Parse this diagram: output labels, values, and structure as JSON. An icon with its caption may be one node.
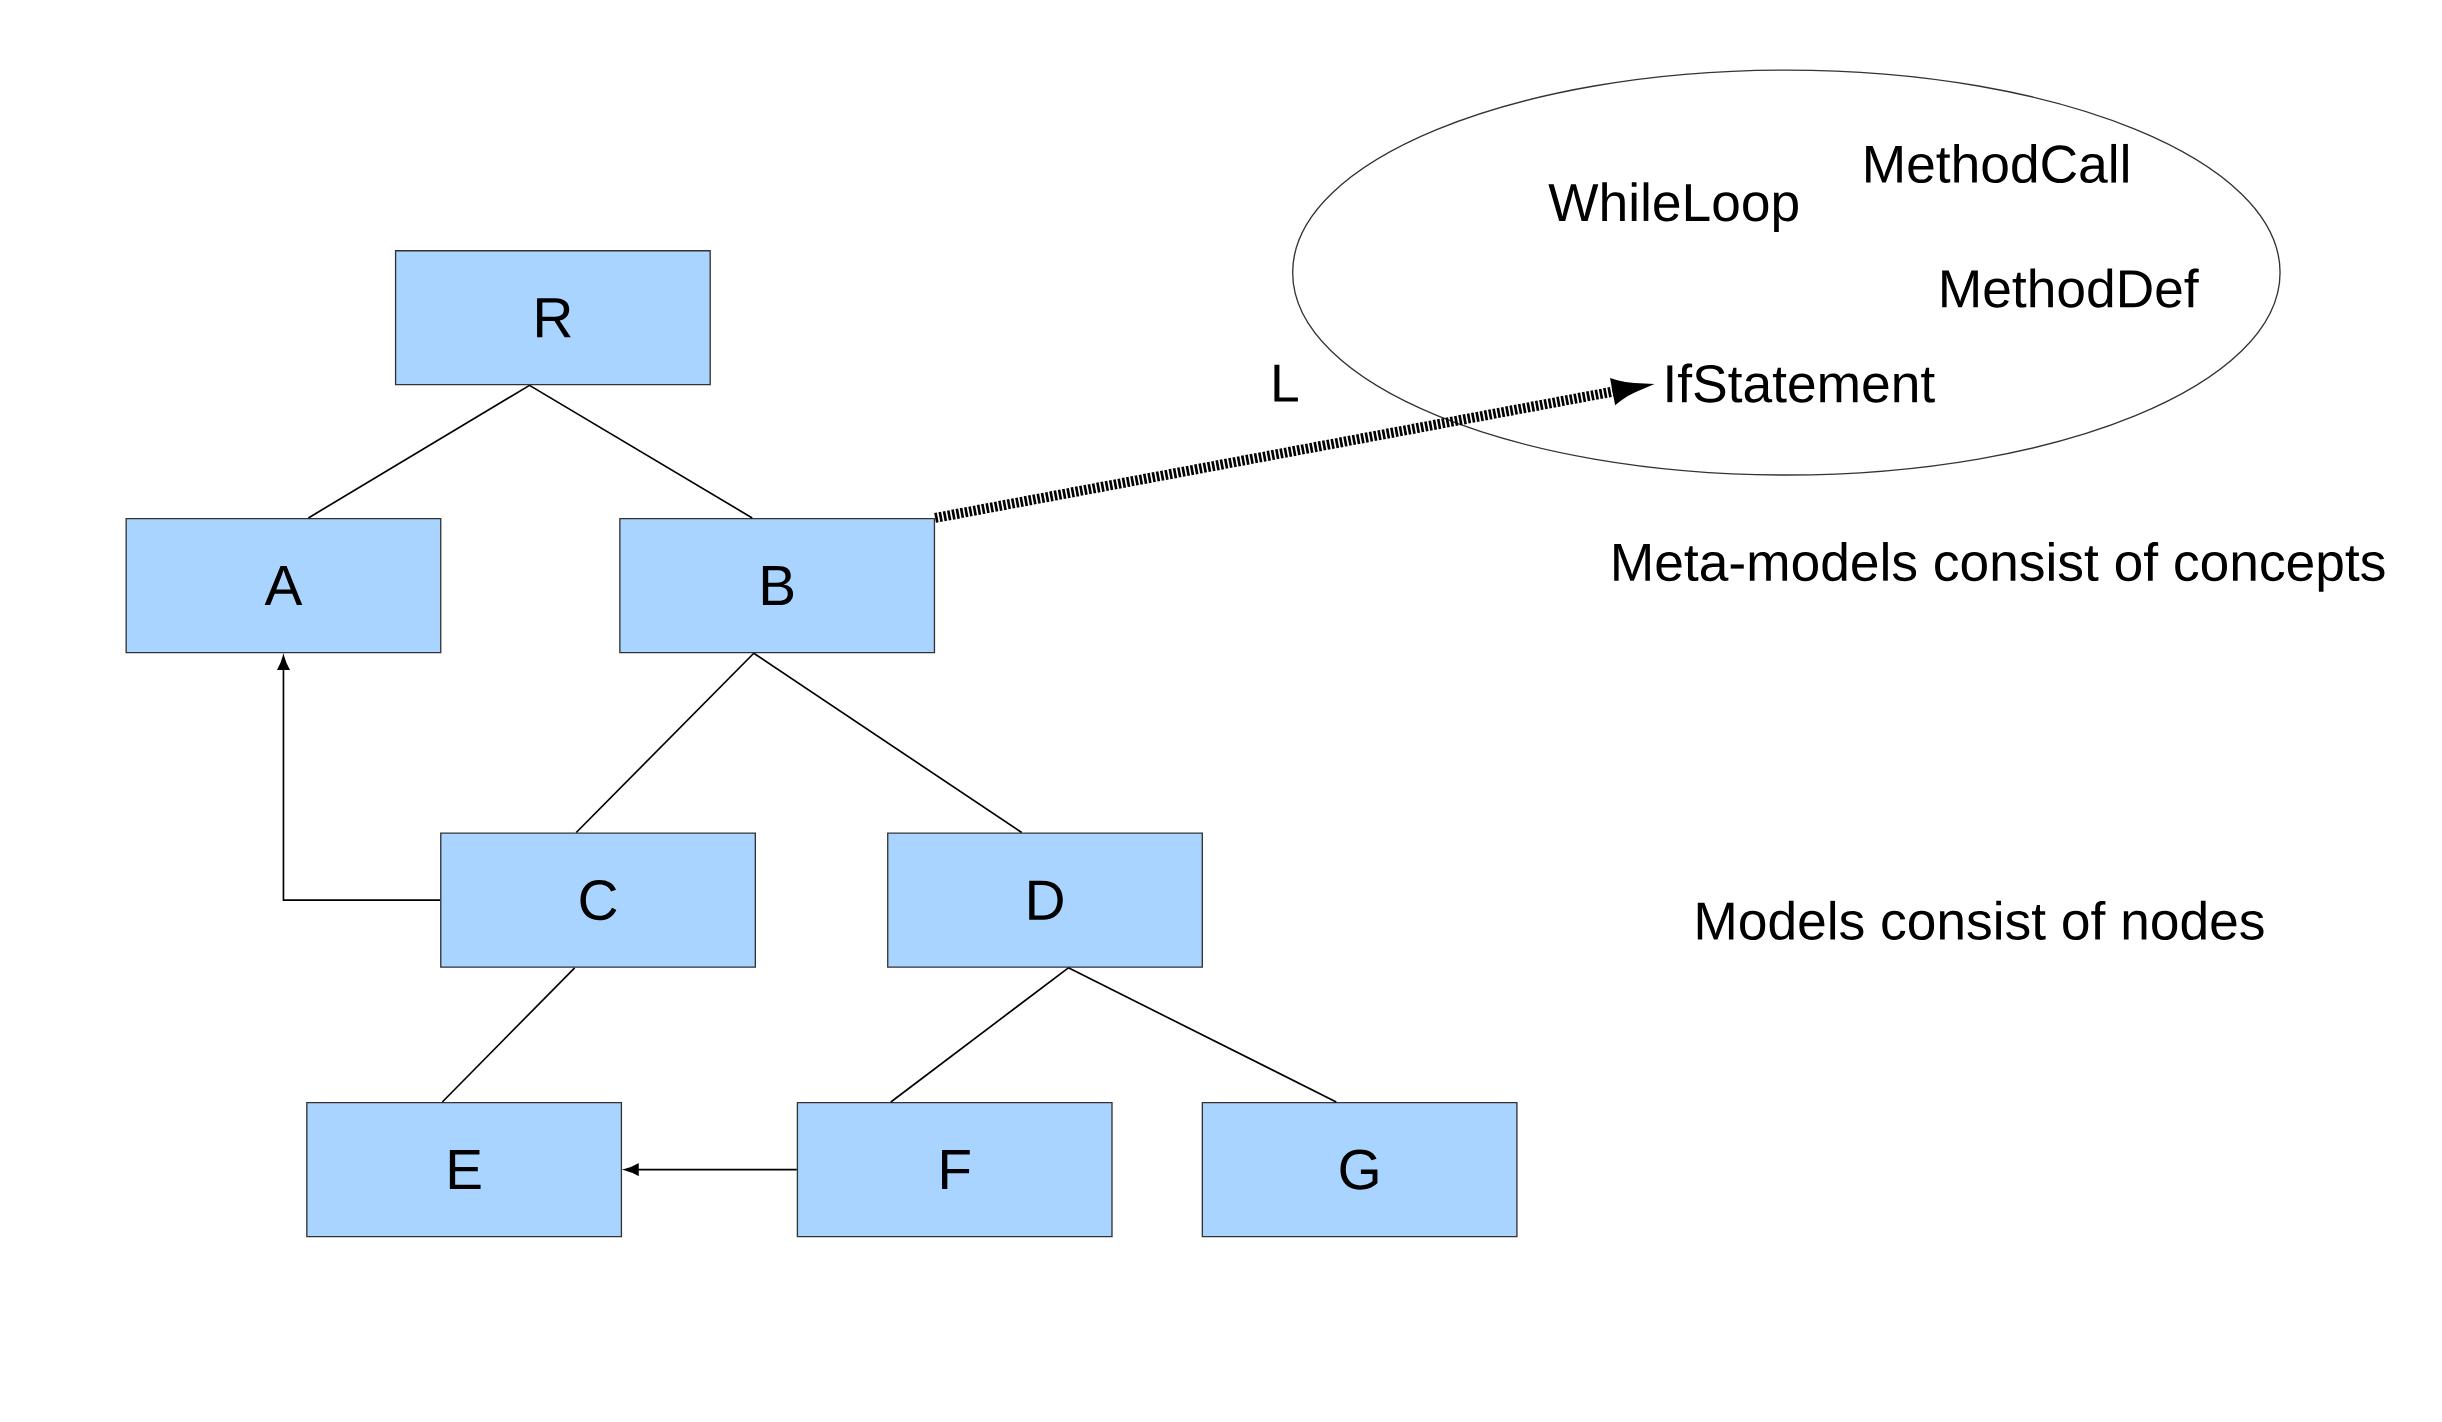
{
  "diagram": {
    "nodes": [
      {
        "text": [],
        "shape": "ellipse"
      },
      {
        "text": [
          "MethodCall"
        ],
        "in": 0
      },
      {
        "text": [
          "WhileLoop"
        ],
        "in": 0
      },
      {
        "text": [
          "MethodDef"
        ],
        "in": 0
      },
      {
        "text": [
          "IfStatement"
        ],
        "in": 0
      },
      {
        "text": [
          "R"
        ]
      },
      {
        "text": [
          "A"
        ]
      },
      {
        "text": [
          "B"
        ]
      },
      {
        "text": [
          "C"
        ]
      },
      {
        "text": [
          "D"
        ]
      },
      {
        "text": [
          "E"
        ]
      },
      {
        "text": [
          "F"
        ]
      },
      {
        "text": [
          "G"
        ]
      }
    ],
    "edges": [
      {
        "from": 5,
        "to": 6,
        "arrow": "none"
      },
      {
        "from": 5,
        "to": 7,
        "arrow": "none"
      },
      {
        "from": 7,
        "to": 8,
        "arrow": "none"
      },
      {
        "from": 7,
        "to": 9,
        "arrow": "none"
      },
      {
        "from": 8,
        "to": 10,
        "arrow": "none"
      },
      {
        "from": 9,
        "to": 11,
        "arrow": "none"
      },
      {
        "from": 9,
        "to": 12,
        "arrow": "none"
      },
      {
        "from": 8,
        "to": 6,
        "arrow": "to"
      },
      {
        "from": 11,
        "to": 10,
        "arrow": "to"
      },
      {
        "from": 7,
        "to": 4,
        "arrow": "to",
        "label": "L",
        "style": "dashed"
      }
    ],
    "labels": [
      "Meta-models consist of concepts",
      "Models consist of nodes"
    ]
  }
}
